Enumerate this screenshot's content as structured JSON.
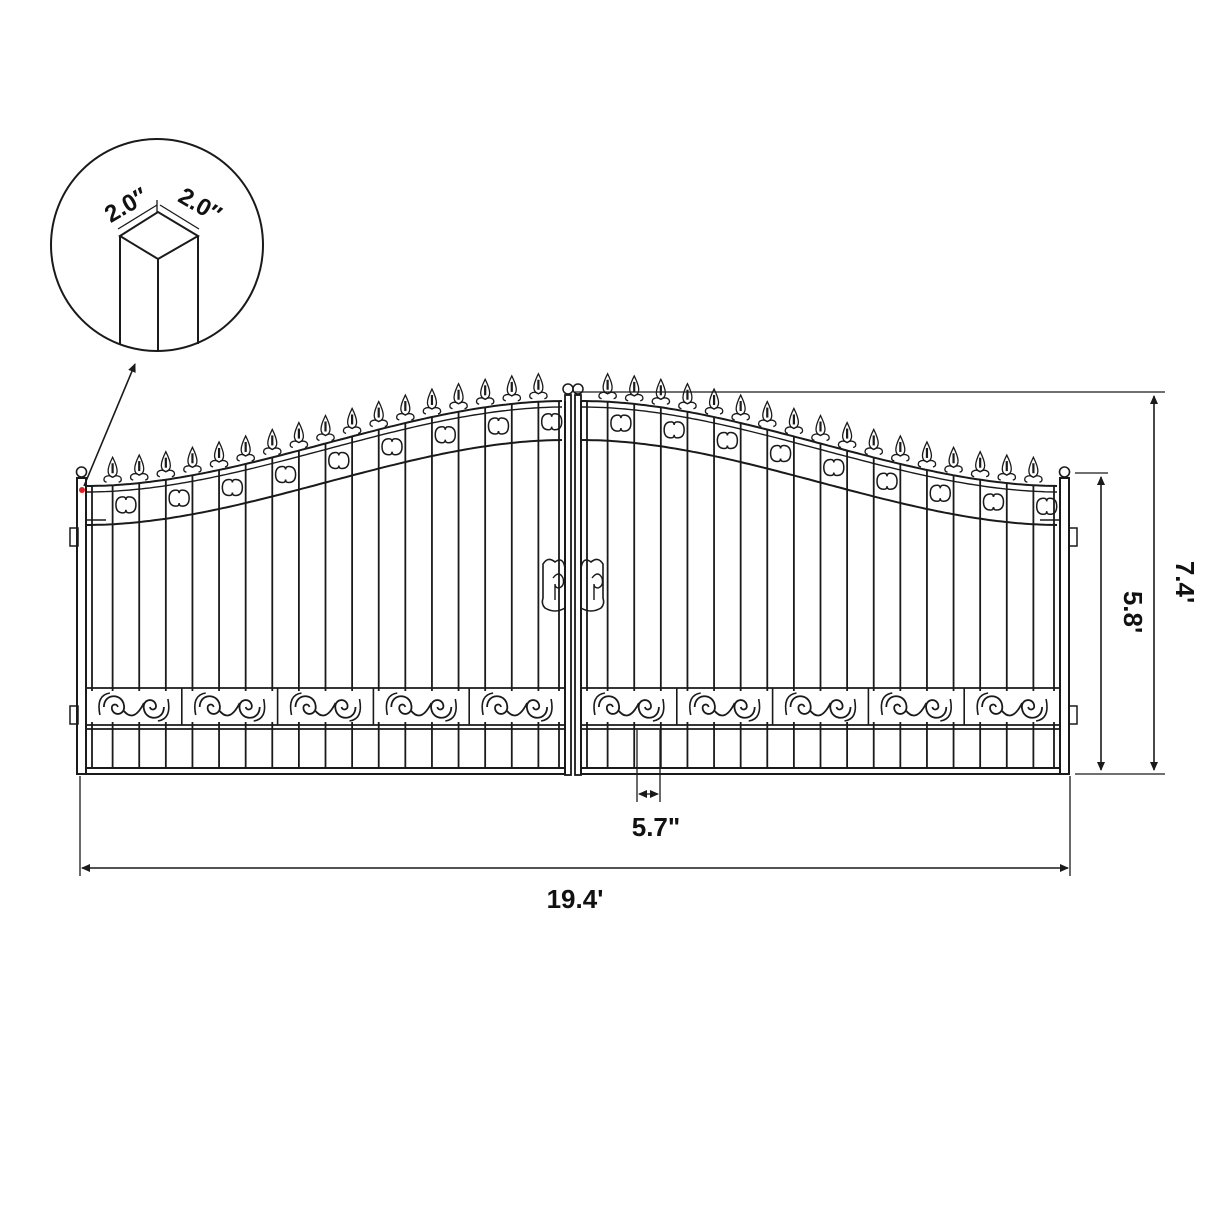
{
  "diagram": {
    "subject": "double-swing-wrought-iron-driveway-gate",
    "colors": {
      "line": "#1a1a1a",
      "marker": "#e02020",
      "background": "#ffffff"
    },
    "post_detail": {
      "width_label": "2.0″",
      "depth_label": "2.0″"
    },
    "dimensions": {
      "overall_width": "19.4'",
      "total_height": "7.4'",
      "post_height": "5.8'",
      "picket_spacing": "5.7\""
    }
  }
}
